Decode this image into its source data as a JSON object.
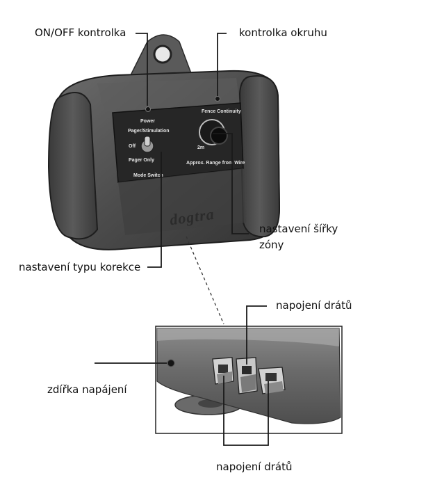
{
  "callouts": {
    "power_light": "ON/OFF kontrolka",
    "circuit_light": "kontrolka okruhu",
    "zone_width": "nastavení šířky zóny",
    "correction_type": "nastavení typu korekce",
    "wire_connection_top": "napojení drátů",
    "power_socket": "zdířka napájení",
    "wire_connection_bottom": "napojení drátů"
  },
  "device_panel": {
    "power": "Power",
    "fence_continuity": "Fence Continuity",
    "mode_pager_stim": "Pager/Stimulation",
    "mode_off": "Off",
    "mode_pager_only": "Pager Only",
    "mode_switch": "Mode Switch",
    "range_2m": "2m",
    "range_caption": "Approx. Range from Wire",
    "brand": "dogtra"
  },
  "colors": {
    "device_body": "#4a4a4a",
    "panel": "#262626",
    "leader_line": "#1a1a1a"
  }
}
